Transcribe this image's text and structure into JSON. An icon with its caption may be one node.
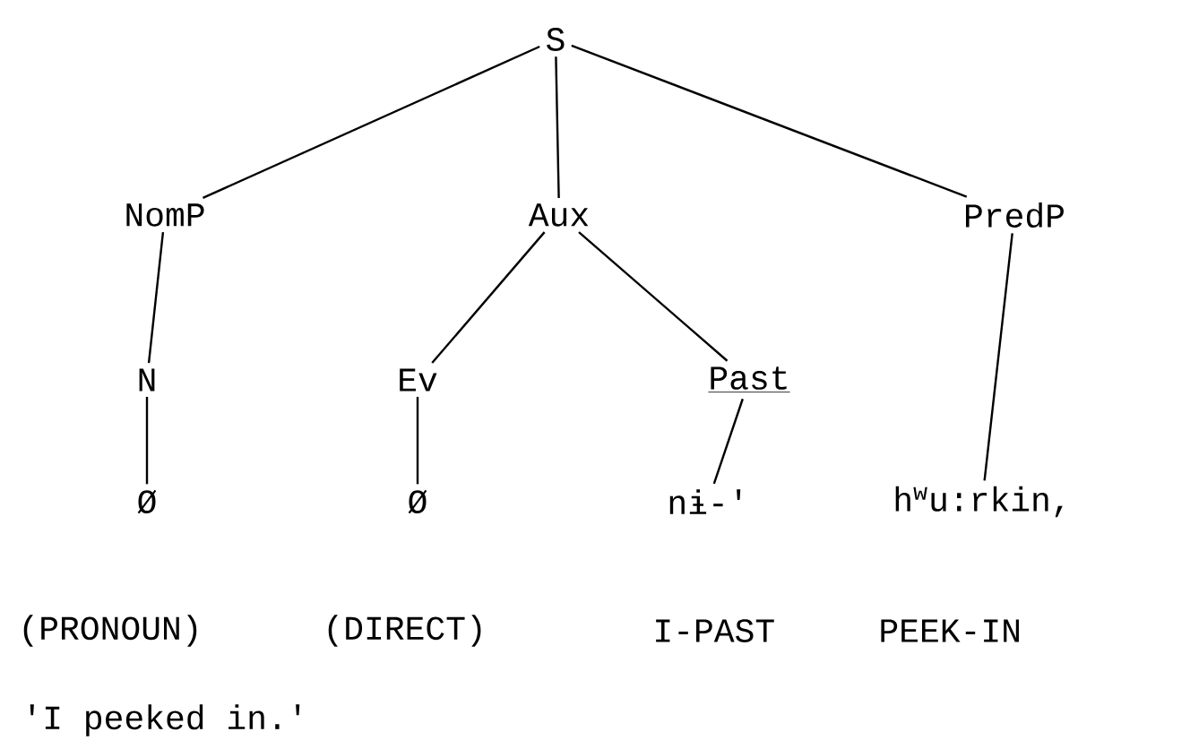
{
  "diagram": {
    "nodes": [
      {
        "text": [
          "S"
        ]
      },
      {
        "text": [
          "NomP"
        ]
      },
      {
        "text": [
          "Aux"
        ]
      },
      {
        "text": [
          "PredP"
        ]
      },
      {
        "text": [
          "N"
        ]
      },
      {
        "text": [
          "Ev"
        ]
      },
      {
        "text": [
          "Past"
        ]
      },
      {
        "text": [
          "Ø"
        ]
      },
      {
        "text": [
          "Ø"
        ]
      },
      {
        "text": [
          "nɨ-'"
        ]
      },
      {
        "text": [
          "h$^{w}$u:rkin,"
        ]
      }
    ],
    "edges": [
      {
        "from": 0,
        "to": 1,
        "arrow": "none"
      },
      {
        "from": 0,
        "to": 2,
        "arrow": "none"
      },
      {
        "from": 0,
        "to": 3,
        "arrow": "none"
      },
      {
        "from": 1,
        "to": 4,
        "arrow": "none"
      },
      {
        "from": 2,
        "to": 5,
        "arrow": "none"
      },
      {
        "from": 2,
        "to": 6,
        "arrow": "none"
      },
      {
        "from": 4,
        "to": 7,
        "arrow": "none"
      },
      {
        "from": 5,
        "to": 8,
        "arrow": "none"
      },
      {
        "from": 6,
        "to": 9,
        "arrow": "none"
      },
      {
        "from": 3,
        "to": 10,
        "arrow": "none"
      }
    ],
    "labels": [
      "(PRONOUN)",
      "(DIRECT)",
      "I-PAST",
      "PEEK-IN",
      "'I peeked in.'"
    ]
  }
}
